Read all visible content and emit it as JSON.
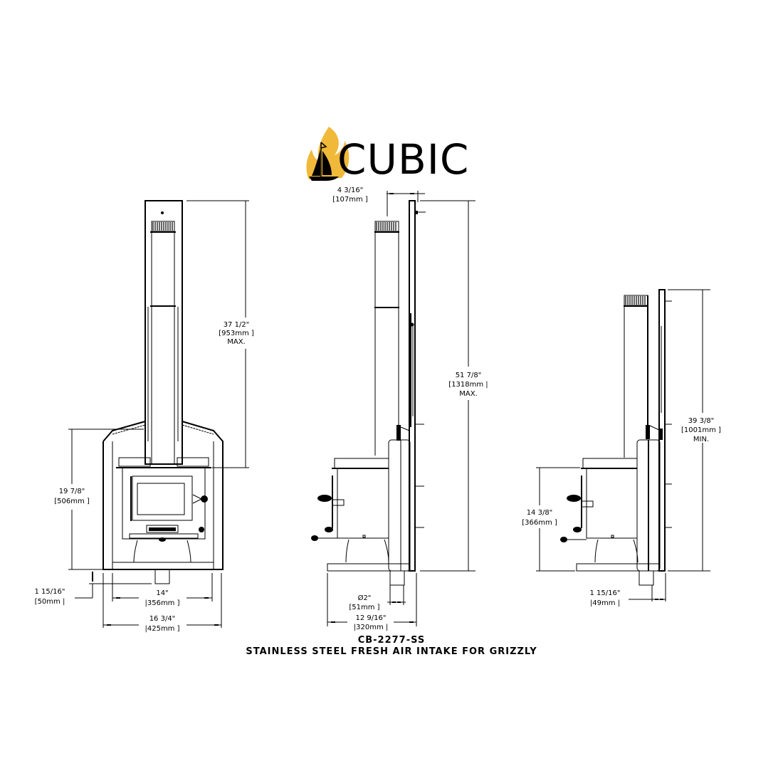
{
  "logo": {
    "brand": "CUBIC",
    "flame_color": "#F0B93A",
    "boat_color": "#000000"
  },
  "product": {
    "part_number": "CB-2277-SS",
    "description": "STAINLESS STEEL FRESH AIR INTAKE FOR GRIZZLY"
  },
  "views": {
    "front": {
      "dims": {
        "pipe_height": {
          "imperial": "37 1/2\"",
          "metric": "[953mm ]",
          "note": "MAX."
        },
        "stove_height": {
          "imperial": "19 7/8\"",
          "metric": "[506mm ]"
        },
        "base_offset": {
          "imperial": "1 15/16\"",
          "metric": "[50mm |"
        },
        "inner_width": {
          "imperial": "14\"",
          "metric": "|356mm ]"
        },
        "outer_width": {
          "imperial": "16 3/4\"",
          "metric": "|425mm ]"
        }
      }
    },
    "side_max": {
      "dims": {
        "wall_offset": {
          "imperial": "4 3/16\"",
          "metric": "[107mm ]"
        },
        "total_height": {
          "imperial": "51 7/8\"",
          "metric": "[1318mm |",
          "note": "MAX."
        },
        "pipe_diameter": {
          "imperial": "Ø2\"",
          "metric": "[51mm ]"
        },
        "depth": {
          "imperial": "12 9/16\"",
          "metric": "|320mm |"
        }
      }
    },
    "side_min": {
      "dims": {
        "total_height": {
          "imperial": "39 3/8\"",
          "metric": "[1001mm ]",
          "note": "MIN."
        },
        "stove_height": {
          "imperial": "14 3/8\"",
          "metric": "[366mm ]"
        },
        "base_offset": {
          "imperial": "1 15/16\"",
          "metric": "|49mm |"
        }
      }
    }
  }
}
